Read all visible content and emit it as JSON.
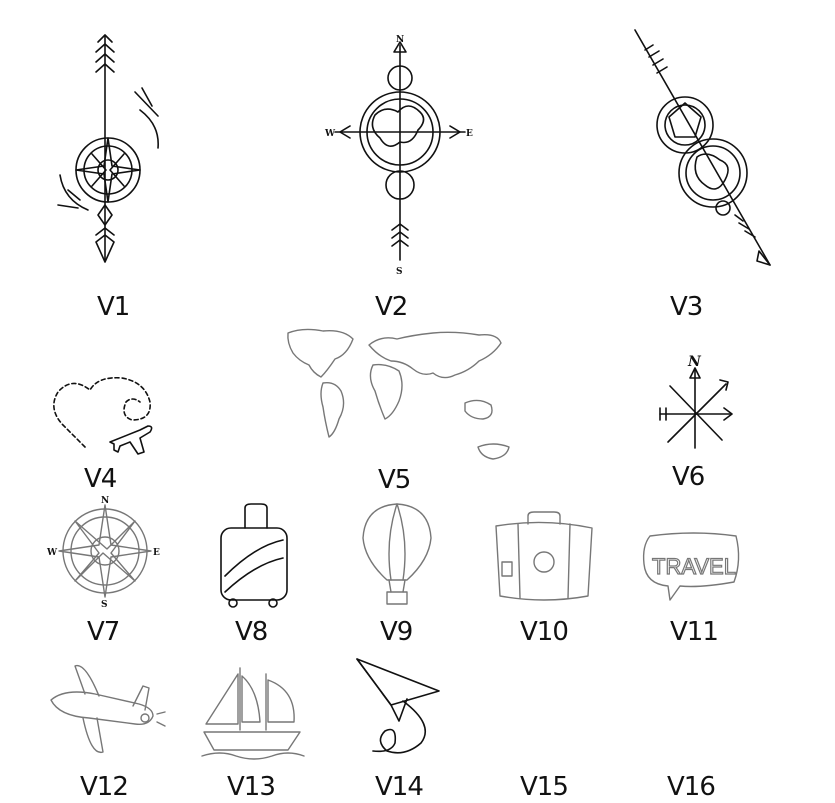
{
  "designs": [
    {
      "id": "V1",
      "label": "V1",
      "motif": "compass-arrow"
    },
    {
      "id": "V2",
      "label": "V2",
      "motif": "compass-globe",
      "compass_letters": [
        "N",
        "W",
        "E",
        "S"
      ]
    },
    {
      "id": "V3",
      "label": "V3",
      "motif": "diagonal-globe-arrow"
    },
    {
      "id": "V4",
      "label": "V4",
      "motif": "dashed-heart-airplane"
    },
    {
      "id": "V5",
      "label": "V5",
      "motif": "world-map"
    },
    {
      "id": "V6",
      "label": "V6",
      "motif": "crossed-arrows",
      "mark": "N"
    },
    {
      "id": "V7",
      "label": "V7",
      "motif": "compass-rose",
      "compass_letters": [
        "N",
        "W",
        "E",
        "S"
      ]
    },
    {
      "id": "V8",
      "label": "V8",
      "motif": "suitcase-roller"
    },
    {
      "id": "V9",
      "label": "V9",
      "motif": "hot-air-balloon"
    },
    {
      "id": "V10",
      "label": "V10",
      "motif": "suitcase-vintage"
    },
    {
      "id": "V11",
      "label": "V11",
      "motif": "speech-bubble",
      "bubble_text": "TRAVEL"
    },
    {
      "id": "V12",
      "label": "V12",
      "motif": "airplane"
    },
    {
      "id": "V13",
      "label": "V13",
      "motif": "sailboat"
    },
    {
      "id": "V14",
      "label": "V14",
      "motif": "paper-plane"
    },
    {
      "id": "V15",
      "label": "V15",
      "motif": "empty"
    },
    {
      "id": "V16",
      "label": "V16",
      "motif": "empty"
    }
  ],
  "colors": {
    "line": "#111111",
    "faint": "#777777",
    "background": "#ffffff"
  }
}
